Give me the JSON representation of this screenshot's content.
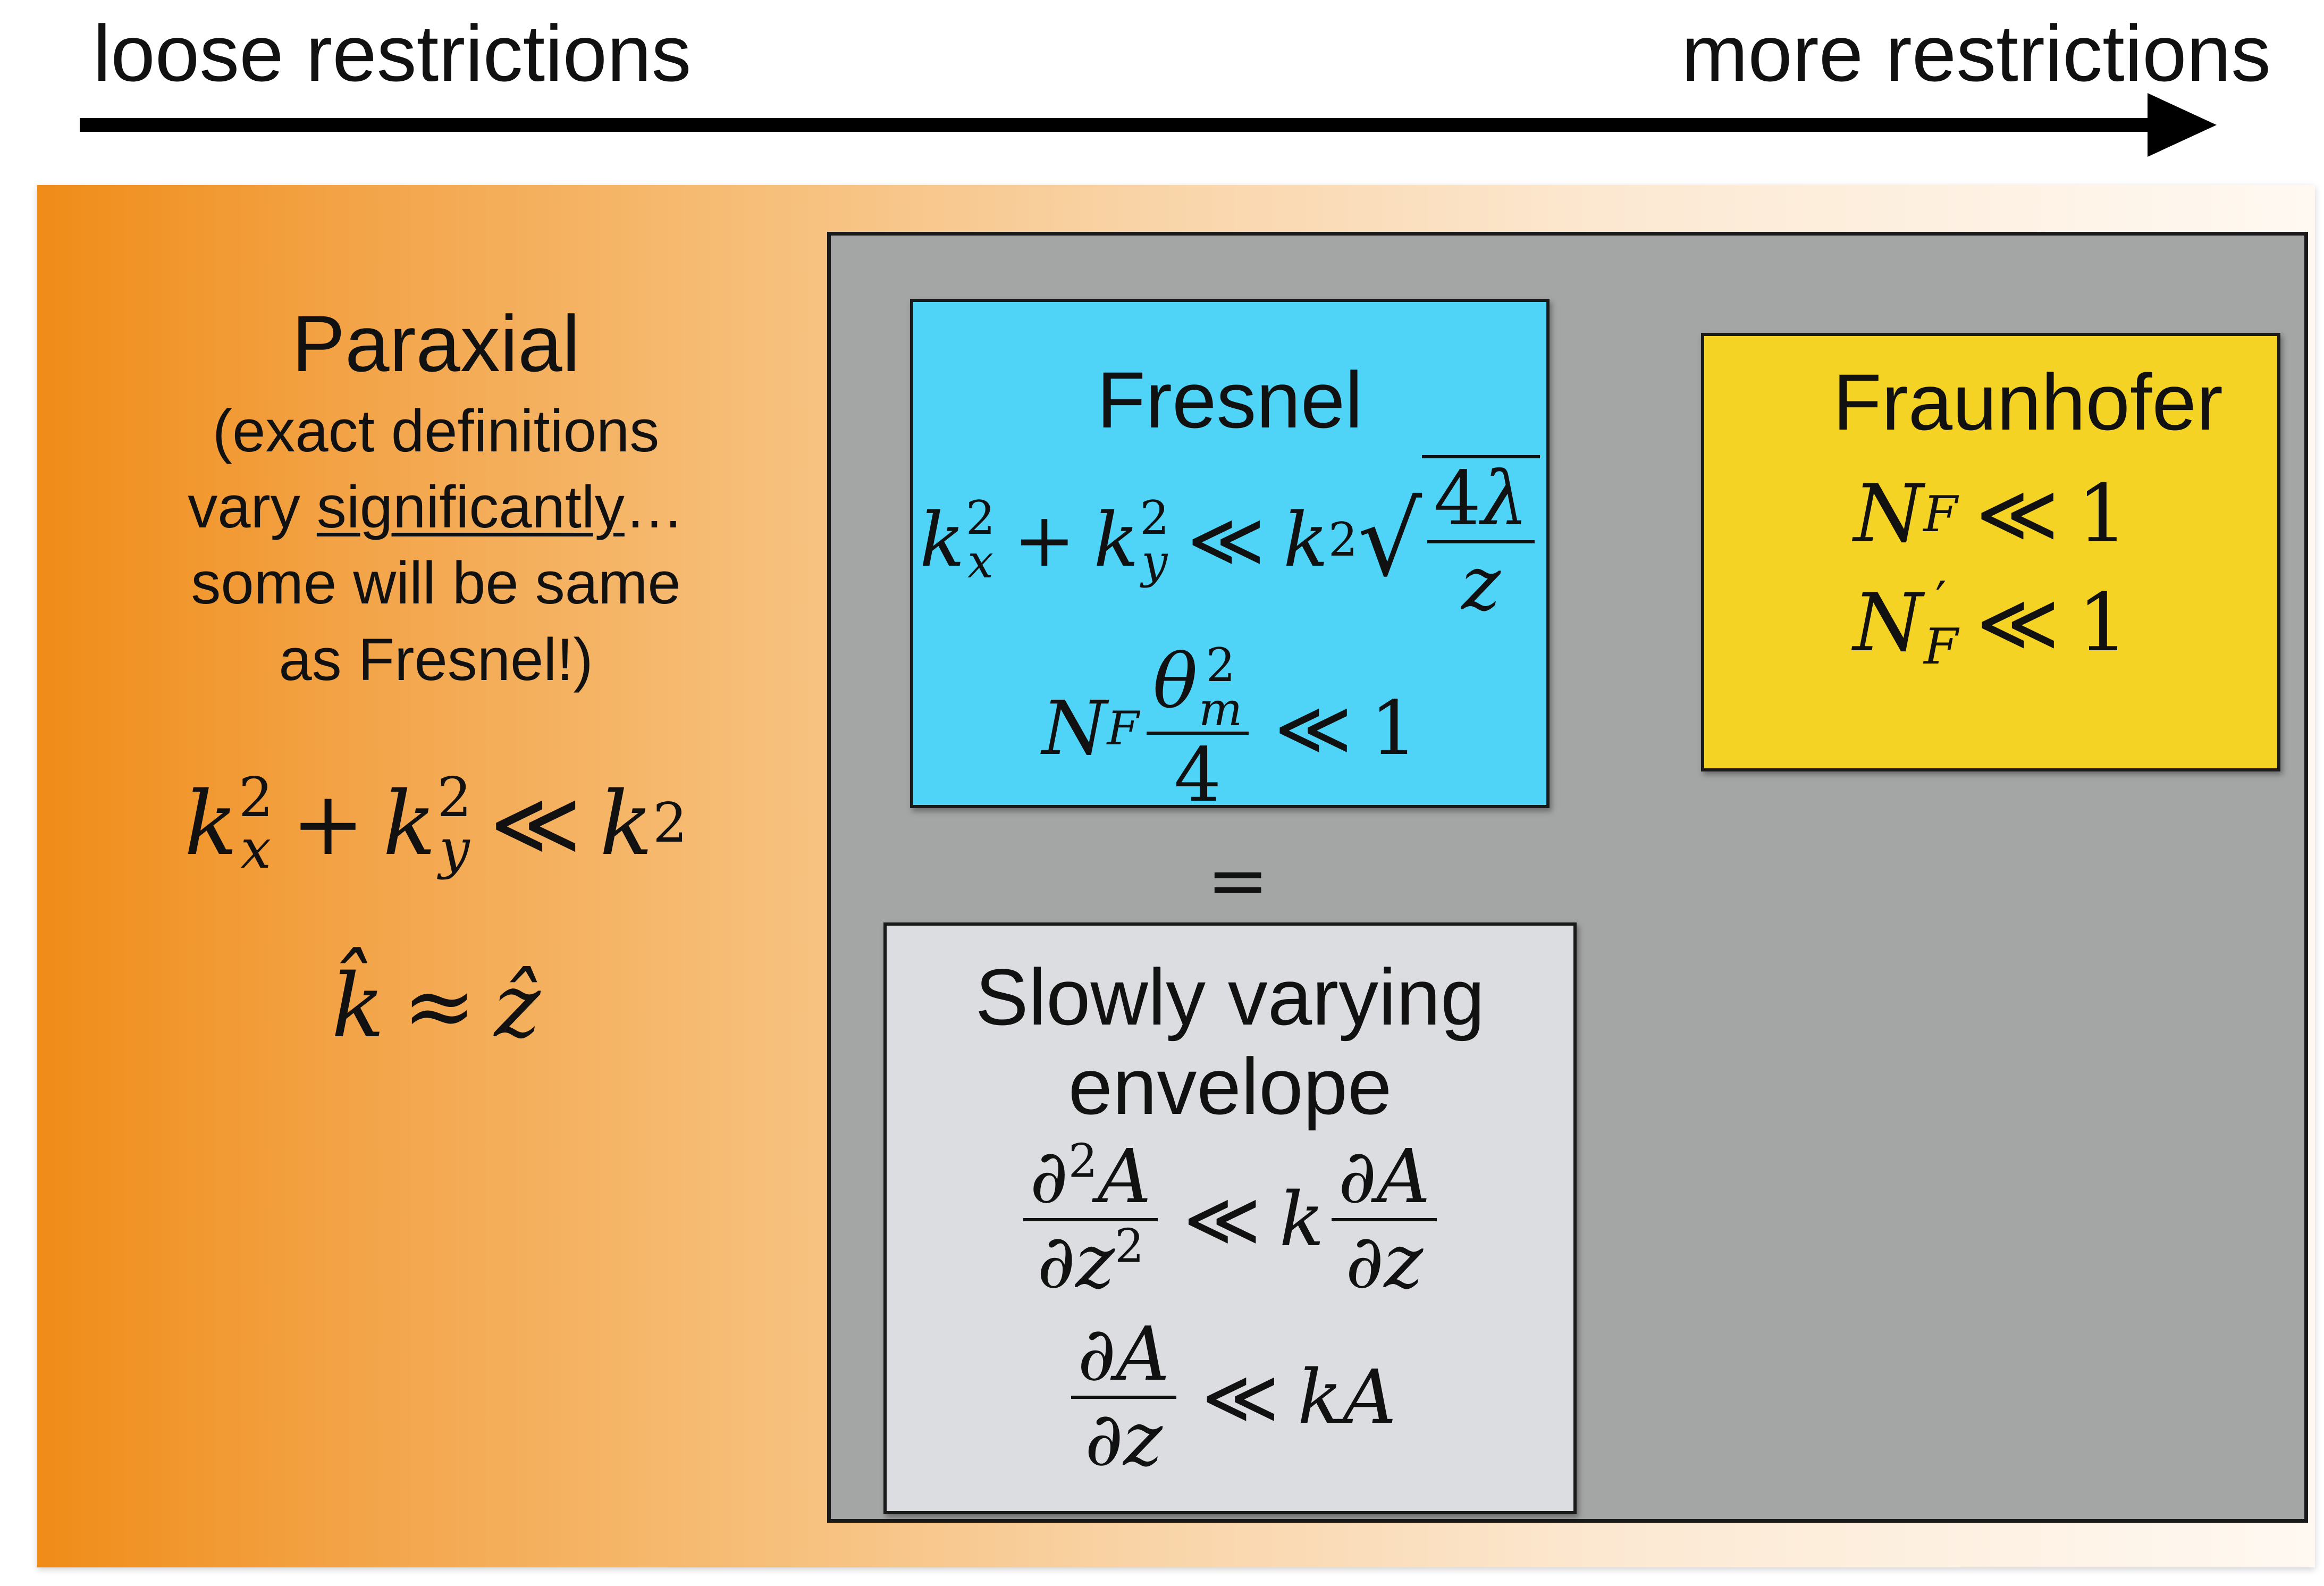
{
  "scale": {
    "left_label": "loose restrictions",
    "right_label": "more restrictions"
  },
  "paraxial": {
    "title": "Paraxial",
    "note_pre": "(exact definitions",
    "note_vary": "vary ",
    "note_underlined": "significantly",
    "note_ellipsis": "…",
    "note_line3": "some will be same",
    "note_line4": "as Fresnel!)",
    "eq_condition": "k_x^2 + k_y^2 ≪ k^2",
    "eq_direction": "k̂ ≈ ẑ"
  },
  "fresnel": {
    "title": "Fresnel",
    "eq1": "k_x^2 + k_y^2 ≪ k^2 √(4λ/z)",
    "eq2": "N_F θ_m^2/4 ≪ 1"
  },
  "fraunhofer": {
    "title": "Fraunhofer",
    "eq1": "N_F ≪ 1",
    "eq2": "N'_F ≪ 1"
  },
  "equals": "=",
  "svea": {
    "title_line1": "Slowly varying",
    "title_line2": "envelope",
    "eq1": "∂²A/∂z² ≪ k ∂A/∂z",
    "eq2": "∂A/∂z ≪ kA"
  },
  "colors": {
    "gradient_start": "#f08c18",
    "gradient_end": "#fff9f2",
    "gray_region": "#a4a6a5",
    "fresnel_box": "#4fd3f7",
    "fraunhofer_box": "#f4d325",
    "svea_box": "#dcdde0"
  }
}
